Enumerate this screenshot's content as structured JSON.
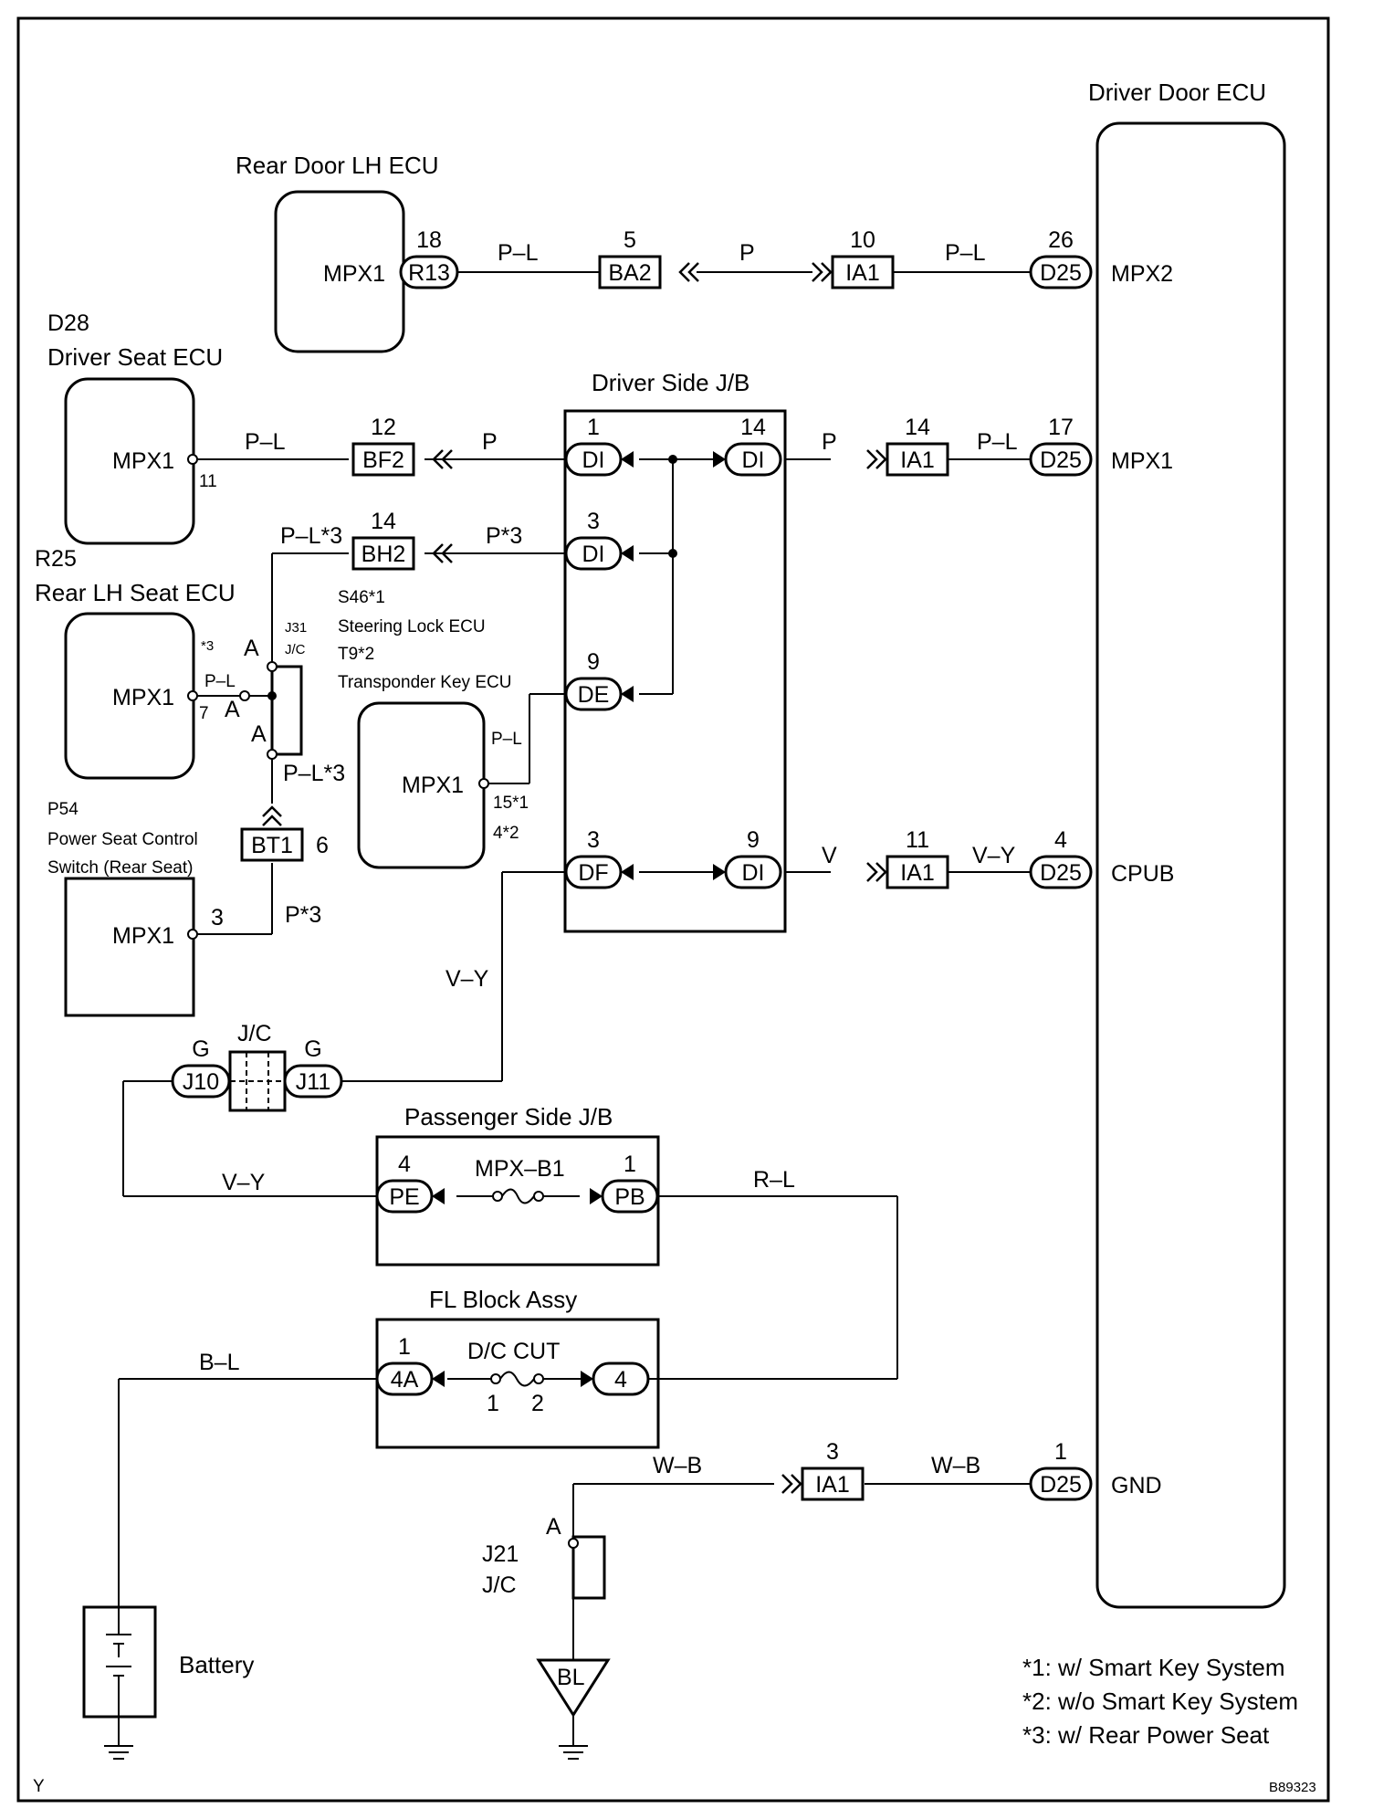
{
  "components": {
    "driver_door_ecu": {
      "title": "Driver Door ECU",
      "pins": [
        "MPX2",
        "MPX1",
        "CPUB",
        "GND"
      ]
    },
    "rear_door_lh_ecu": {
      "title": "Rear Door LH ECU",
      "pin": "MPX1"
    },
    "driver_seat_ecu": {
      "code": "D28",
      "title": "Driver Seat ECU",
      "pin": "MPX1",
      "pin_no": "11"
    },
    "rear_lh_seat_ecu": {
      "code": "R25",
      "title": "Rear LH Seat ECU",
      "pin": "MPX1",
      "pin_no": "7",
      "note": "*3"
    },
    "power_seat_switch": {
      "code": "P54",
      "title_line1": "Power Seat Control",
      "title_line2": "Switch (Rear Seat)",
      "pin": "MPX1",
      "pin_no": "3"
    },
    "steering_lock_ecu": {
      "code": "S46*1",
      "title": "Steering Lock ECU",
      "alt_code": "T9*2",
      "alt_title": "Transponder Key ECU",
      "pin": "MPX1",
      "pin_no1": "15*1",
      "pin_no2": "4*2"
    },
    "driver_side_jb": {
      "title": "Driver Side J/B"
    },
    "passenger_side_jb": {
      "title": "Passenger Side J/B",
      "fuse": "MPX–B1"
    },
    "fl_block": {
      "title": "FL Block Assy",
      "fuse": "D/C CUT",
      "pin1": "1",
      "pin2": "2"
    },
    "battery": {
      "title": "Battery"
    },
    "j31": {
      "line1": "J31",
      "line2": "J/C"
    },
    "j21": {
      "line1": "J21",
      "line2": "J/C"
    },
    "jc_mid": {
      "title": "J/C"
    },
    "ground_bl": {
      "label": "BL"
    }
  },
  "connectors": {
    "r13": {
      "name": "R13",
      "pin": "18"
    },
    "ba2": {
      "name": "BA2",
      "pin": "5"
    },
    "ia1_a": {
      "name": "IA1",
      "pin": "10"
    },
    "d25_a": {
      "name": "D25",
      "pin": "26"
    },
    "bf2": {
      "name": "BF2",
      "pin": "12"
    },
    "di_1": {
      "name": "DI",
      "pin": "1"
    },
    "di_14": {
      "name": "DI",
      "pin": "14"
    },
    "ia1_b": {
      "name": "IA1",
      "pin": "14"
    },
    "d25_b": {
      "name": "D25",
      "pin": "17"
    },
    "bh2": {
      "name": "BH2",
      "pin": "14"
    },
    "di_3": {
      "name": "DI",
      "pin": "3"
    },
    "de_9": {
      "name": "DE",
      "pin": "9"
    },
    "df_3": {
      "name": "DF",
      "pin": "3"
    },
    "di_9": {
      "name": "DI",
      "pin": "9"
    },
    "ia1_c": {
      "name": "IA1",
      "pin": "11"
    },
    "d25_c": {
      "name": "D25",
      "pin": "4"
    },
    "bt1": {
      "name": "BT1",
      "pin": "6"
    },
    "j10": {
      "name": "J10",
      "wire": "G"
    },
    "j11": {
      "name": "J11",
      "wire": "G"
    },
    "pe": {
      "name": "PE",
      "pin": "4"
    },
    "pb": {
      "name": "PB",
      "pin": "1"
    },
    "c4a": {
      "name": "4A",
      "pin": "1"
    },
    "c4": {
      "name": "4"
    },
    "ia1_d": {
      "name": "IA1",
      "pin": "3"
    },
    "d25_d": {
      "name": "D25",
      "pin": "1"
    }
  },
  "wires": {
    "pl": "P–L",
    "p": "P",
    "pl3": "P–L*3",
    "p3": "P*3",
    "v": "V",
    "vy": "V–Y",
    "rl": "R–L",
    "bl": "B–L",
    "wb": "W–B",
    "a": "A"
  },
  "notes": {
    "n1": "*1: w/ Smart Key System",
    "n2": "*2: w/o Smart Key System",
    "n3": "*3: w/ Rear Power Seat"
  },
  "corner_left": "Y",
  "figure_id": "B89323"
}
